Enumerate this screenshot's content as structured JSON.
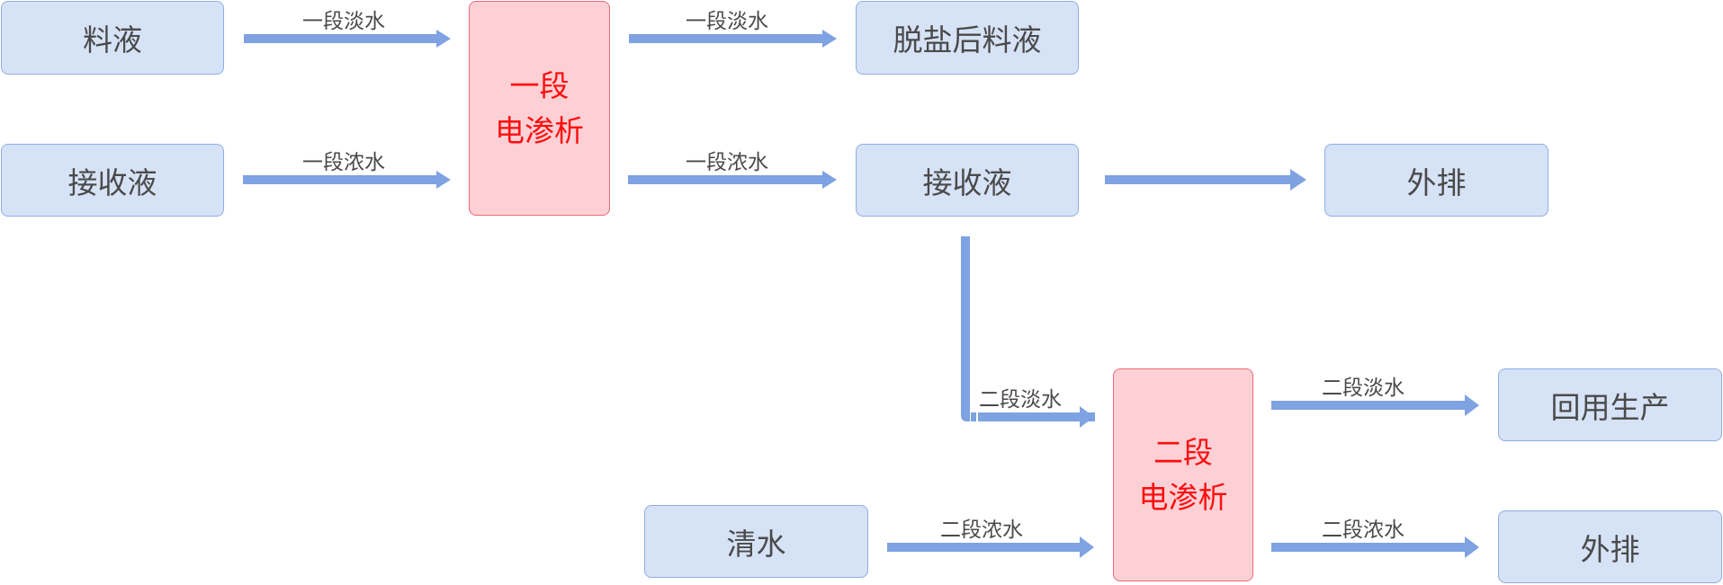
{
  "nodes": {
    "feed": "料液",
    "receive_left": "接收液",
    "stage1_line1": "一段",
    "stage1_line2": "电渗析",
    "desalted_feed": "脱盐后料液",
    "receive_right": "接收液",
    "discharge_top": "外排",
    "stage2_line1": "二段",
    "stage2_line2": "电渗析",
    "reuse": "回用生产",
    "clean_water": "清水",
    "discharge_bottom": "外排"
  },
  "edges": {
    "feed_to_stage1": "一段淡水",
    "receive_to_stage1": "一段浓水",
    "stage1_to_desalted": "一段淡水",
    "stage1_to_receive": "一段浓水",
    "receive_to_discharge": "",
    "receive_to_stage2": "二段淡水",
    "water_to_stage2": "二段浓水",
    "stage2_to_reuse": "二段淡水",
    "stage2_to_discharge": "二段浓水"
  },
  "colors": {
    "node_fill": "#d6e2f5",
    "node_border": "#8eaee6",
    "unit_fill": "#fdd0d5",
    "unit_border": "#ec6a7a",
    "unit_text": "#ff0d0d",
    "arrow": "#7ea2e2"
  }
}
